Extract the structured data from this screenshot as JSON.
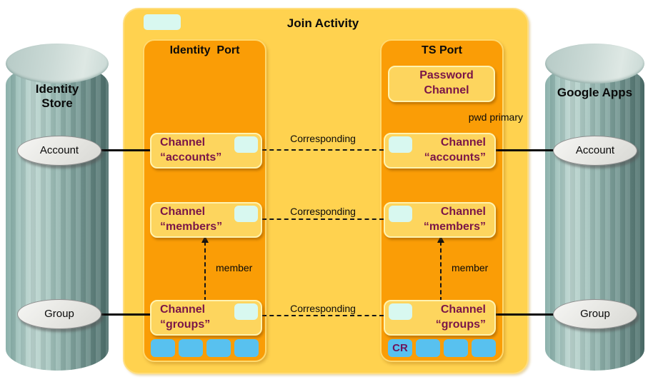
{
  "title": "Join Activity",
  "stores": {
    "left": {
      "label": "Identity Store",
      "entities": [
        "Account",
        "Group"
      ]
    },
    "right": {
      "label": "Google Apps",
      "entities": [
        "Account",
        "Group"
      ]
    }
  },
  "ports": {
    "identity": {
      "title": "Identity  Port",
      "channels": [
        {
          "line1": "Channel",
          "line2": "“accounts”"
        },
        {
          "line1": "Channel",
          "line2": "“members”"
        },
        {
          "line1": "Channel",
          "line2": "“groups”"
        }
      ]
    },
    "ts": {
      "title": "TS Port",
      "password_channel": "Password Channel",
      "pwd_note": "pwd primary",
      "cr_badge": "CR",
      "channels": [
        {
          "line1": "Channel",
          "line2": "“accounts”"
        },
        {
          "line1": "Channel",
          "line2": "“members”"
        },
        {
          "line1": "Channel",
          "line2": "“groups”"
        }
      ]
    }
  },
  "connections": {
    "corresponding_labels": [
      "Corresponding",
      "Corresponding",
      "Corresponding"
    ],
    "member_labels": [
      "member",
      "member"
    ]
  },
  "colors": {
    "container_fill": "#FFD24F",
    "port_fill": "#FA9D06",
    "channel_box_fill": "#FDD55E",
    "chip_pale": "#D8F8F0",
    "chip_blue": "#58C1EF",
    "text_maroon": "#7A1548",
    "cylinder_light": "#BCD5D0",
    "cylinder_dark": "#4C6E6A"
  }
}
